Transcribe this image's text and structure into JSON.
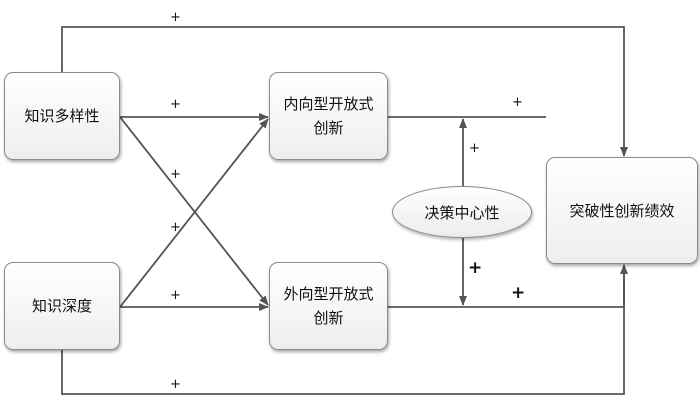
{
  "nodes": {
    "diversity": "知识多样性",
    "depth": "知识深度",
    "inbound_line1": "内向型开放式",
    "inbound_line2": "创新",
    "outbound_line1": "外向型开放式",
    "outbound_line2": "创新",
    "centralization": "决策中心性",
    "performance": "突破性创新绩效"
  },
  "signs": {
    "top_path": "+",
    "bottom_path": "+",
    "diversity_to_inbound": "+",
    "diversity_to_outbound": "+",
    "depth_to_inbound": "+",
    "depth_to_outbound": "+",
    "inbound_to_performance": "+",
    "outbound_to_performance": "+",
    "moderation_up": "+",
    "moderation_down": "+"
  }
}
